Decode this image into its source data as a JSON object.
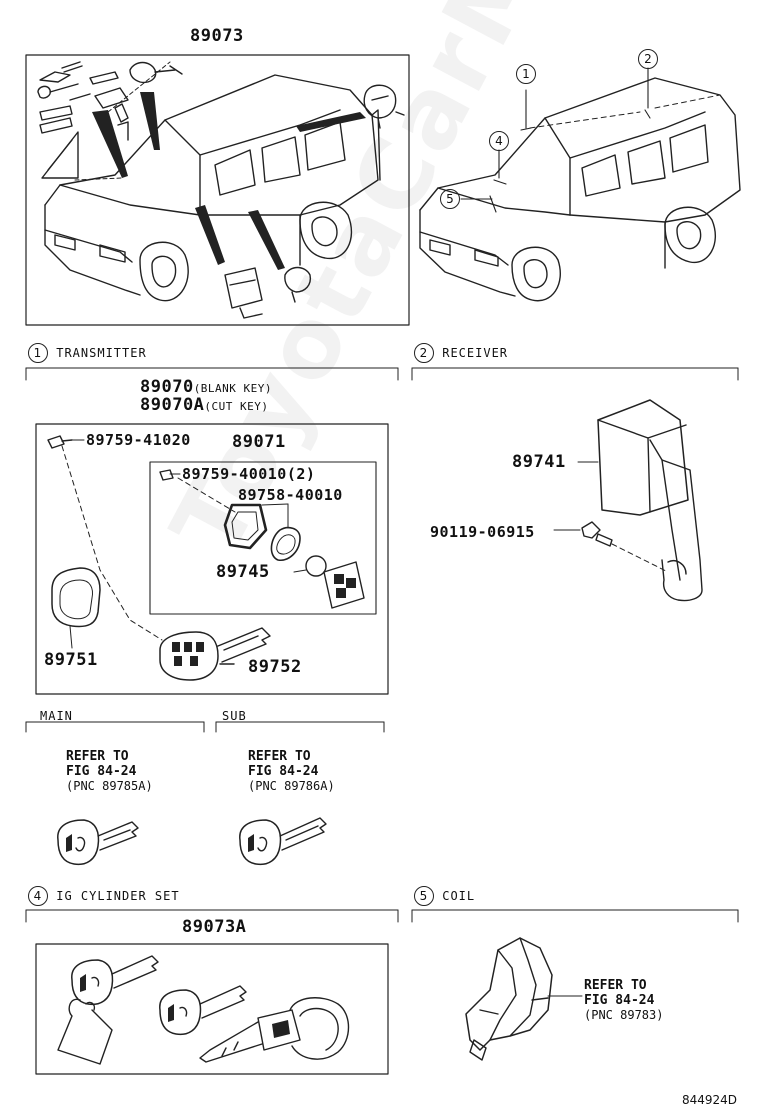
{
  "watermark": "ToyotaCarMinne.ru",
  "top": {
    "kit_number": "89073",
    "callouts": [
      "1",
      "2",
      "4",
      "5"
    ]
  },
  "sections": {
    "transmitter": {
      "num": "1",
      "title": "TRANSMITTER",
      "part_blank": "89070",
      "part_blank_note": "(BLANK KEY)",
      "part_cut": "89070A",
      "part_cut_note": "(CUT KEY)",
      "screw_outer": "89759-41020",
      "sub_assembly": "89071",
      "screw_inner": "89759-40010",
      "screw_inner_qty": "(2)",
      "gasket": "89758-40010",
      "battery": "89745",
      "case": "89751",
      "key": "89752",
      "main_label": "MAIN",
      "sub_label": "SUB",
      "main_refer_1": "REFER TO",
      "main_refer_fig": "FIG 84-24",
      "main_refer_pnc": "(PNC 89785A)",
      "sub_refer_1": "REFER TO",
      "sub_refer_fig": "FIG 84-24",
      "sub_refer_pnc": "(PNC 89786A)"
    },
    "receiver": {
      "num": "2",
      "title": "RECEIVER",
      "unit": "89741",
      "screw": "90119-06915"
    },
    "ig_cylinder": {
      "num": "4",
      "title": "IG CYLINDER SET",
      "part": "89073A"
    },
    "coil": {
      "num": "5",
      "title": "COIL",
      "refer_1": "REFER TO",
      "refer_fig": "FIG 84-24",
      "refer_pnc": "(PNC 89783)"
    }
  },
  "drawing_id": "844924D"
}
